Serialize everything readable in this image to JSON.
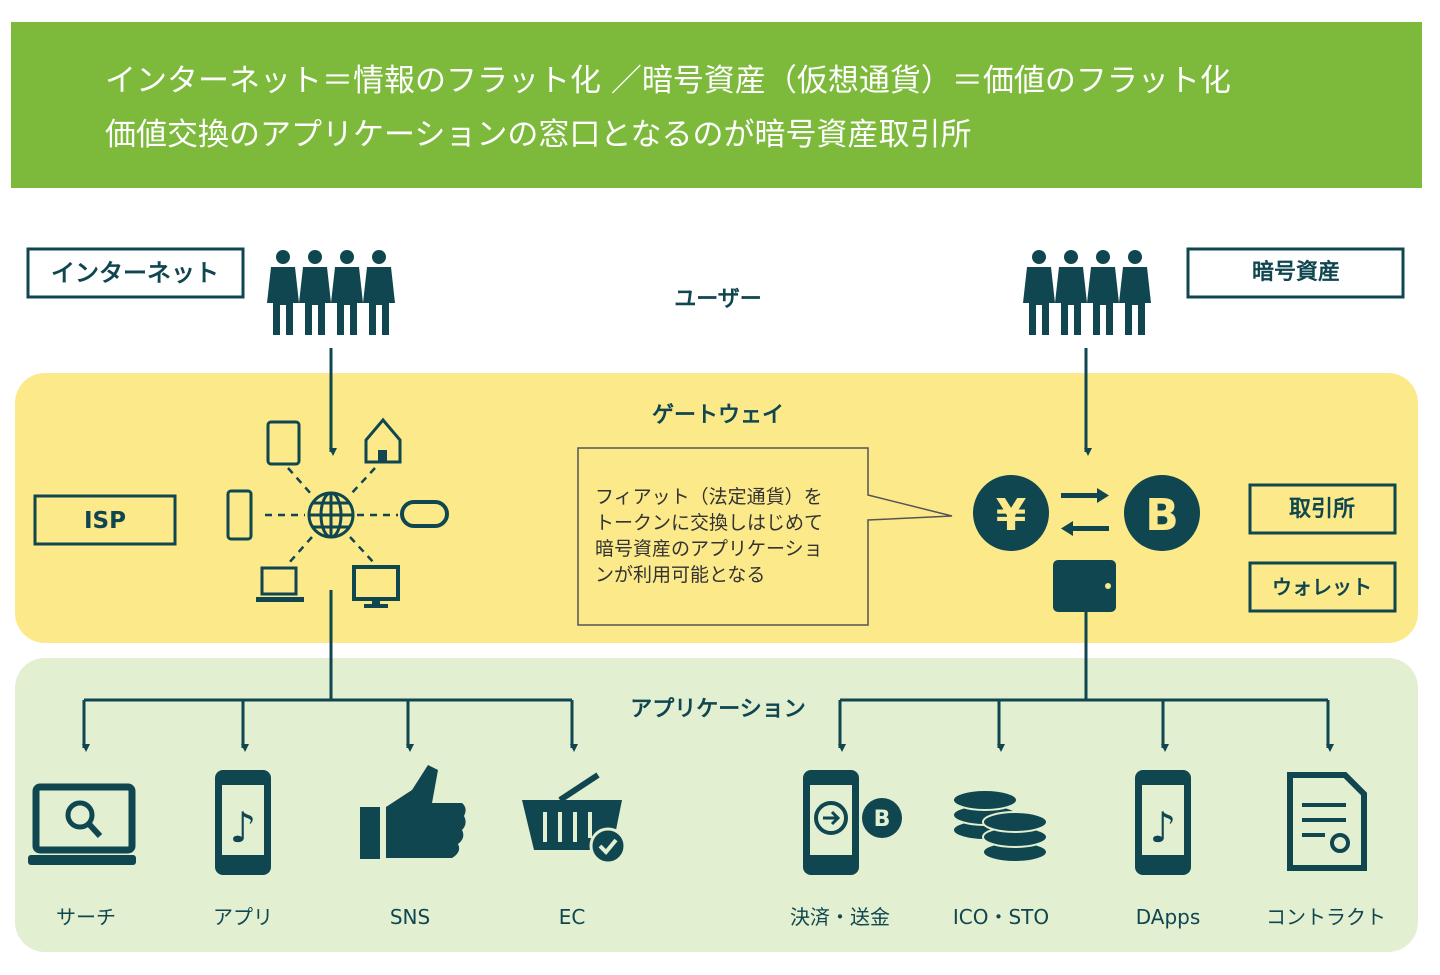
{
  "header": {
    "line1": "インターネット＝情報のフラット化 ／暗号資産（仮想通貨）＝価値のフラット化",
    "line2": "価値交換のアプリケーションの窓口となるのが暗号資産取引所"
  },
  "layers": {
    "users": "ユーザー",
    "gateway": "ゲートウェイ",
    "application": "アプリケーション"
  },
  "left": {
    "title": "インターネット",
    "gateway_box": "ISP"
  },
  "right": {
    "title": "暗号資産",
    "exchange_box": "取引所",
    "wallet_box": "ウォレット"
  },
  "callout": {
    "lines": [
      "フィアット（法定通貨）を",
      "トークンに交換しはじめて",
      "暗号資産のアプリケーショ",
      "ンが利用可能となる"
    ]
  },
  "symbols": {
    "yen": "¥",
    "bitcoin": "B"
  },
  "apps_left": [
    "サーチ",
    "アプリ",
    "SNS",
    "EC"
  ],
  "apps_right": [
    "決済・送金",
    "ICO・STO",
    "DApps",
    "コントラクト"
  ],
  "colors": {
    "header": "#7db93b",
    "dark": "#0f4650",
    "gateway_bg": "#fbe98a",
    "app_bg": "#e3efd1"
  }
}
